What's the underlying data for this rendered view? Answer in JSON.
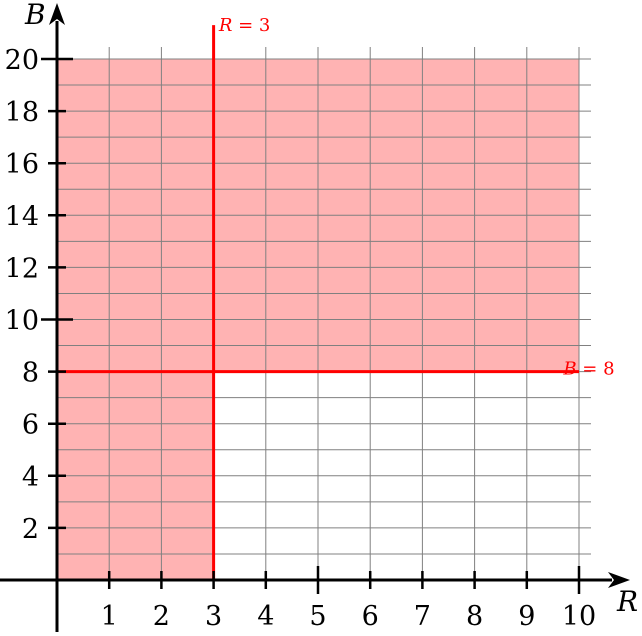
{
  "chart_data": {
    "type": "region",
    "xlabel": "R",
    "ylabel": "B",
    "xlim": [
      0,
      10
    ],
    "ylim": [
      0,
      20
    ],
    "grid": true,
    "grid_minor_y": 1,
    "x_ticks": [
      "1",
      "2",
      "3",
      "4",
      "5",
      "6",
      "7",
      "8",
      "9",
      "10"
    ],
    "y_ticks": [
      "2",
      "4",
      "6",
      "8",
      "10",
      "12",
      "14",
      "16",
      "18",
      "20"
    ],
    "x_major_marks": [
      5,
      10
    ],
    "y_major_marks": [
      10,
      20
    ],
    "shaded_region": {
      "description": "R <= 3 or B >= 8",
      "fill_color": "#ffb3b3",
      "polygon": [
        [
          0,
          0
        ],
        [
          3,
          0
        ],
        [
          3,
          8
        ],
        [
          10,
          8
        ],
        [
          10,
          20
        ],
        [
          0,
          20
        ]
      ]
    },
    "lines": [
      {
        "label_var": "R",
        "label_rel": " = 3",
        "orientation": "vertical",
        "value": 3,
        "range": [
          0,
          21.3
        ],
        "color": "#ff0000",
        "label_anchor": [
          3.1,
          20.7
        ]
      },
      {
        "label_var": "B",
        "label_rel": " = 8",
        "orientation": "horizontal",
        "value": 8,
        "range": [
          0,
          10
        ],
        "color": "#ff0000",
        "label_anchor": [
          9.7,
          7.5
        ]
      }
    ]
  }
}
